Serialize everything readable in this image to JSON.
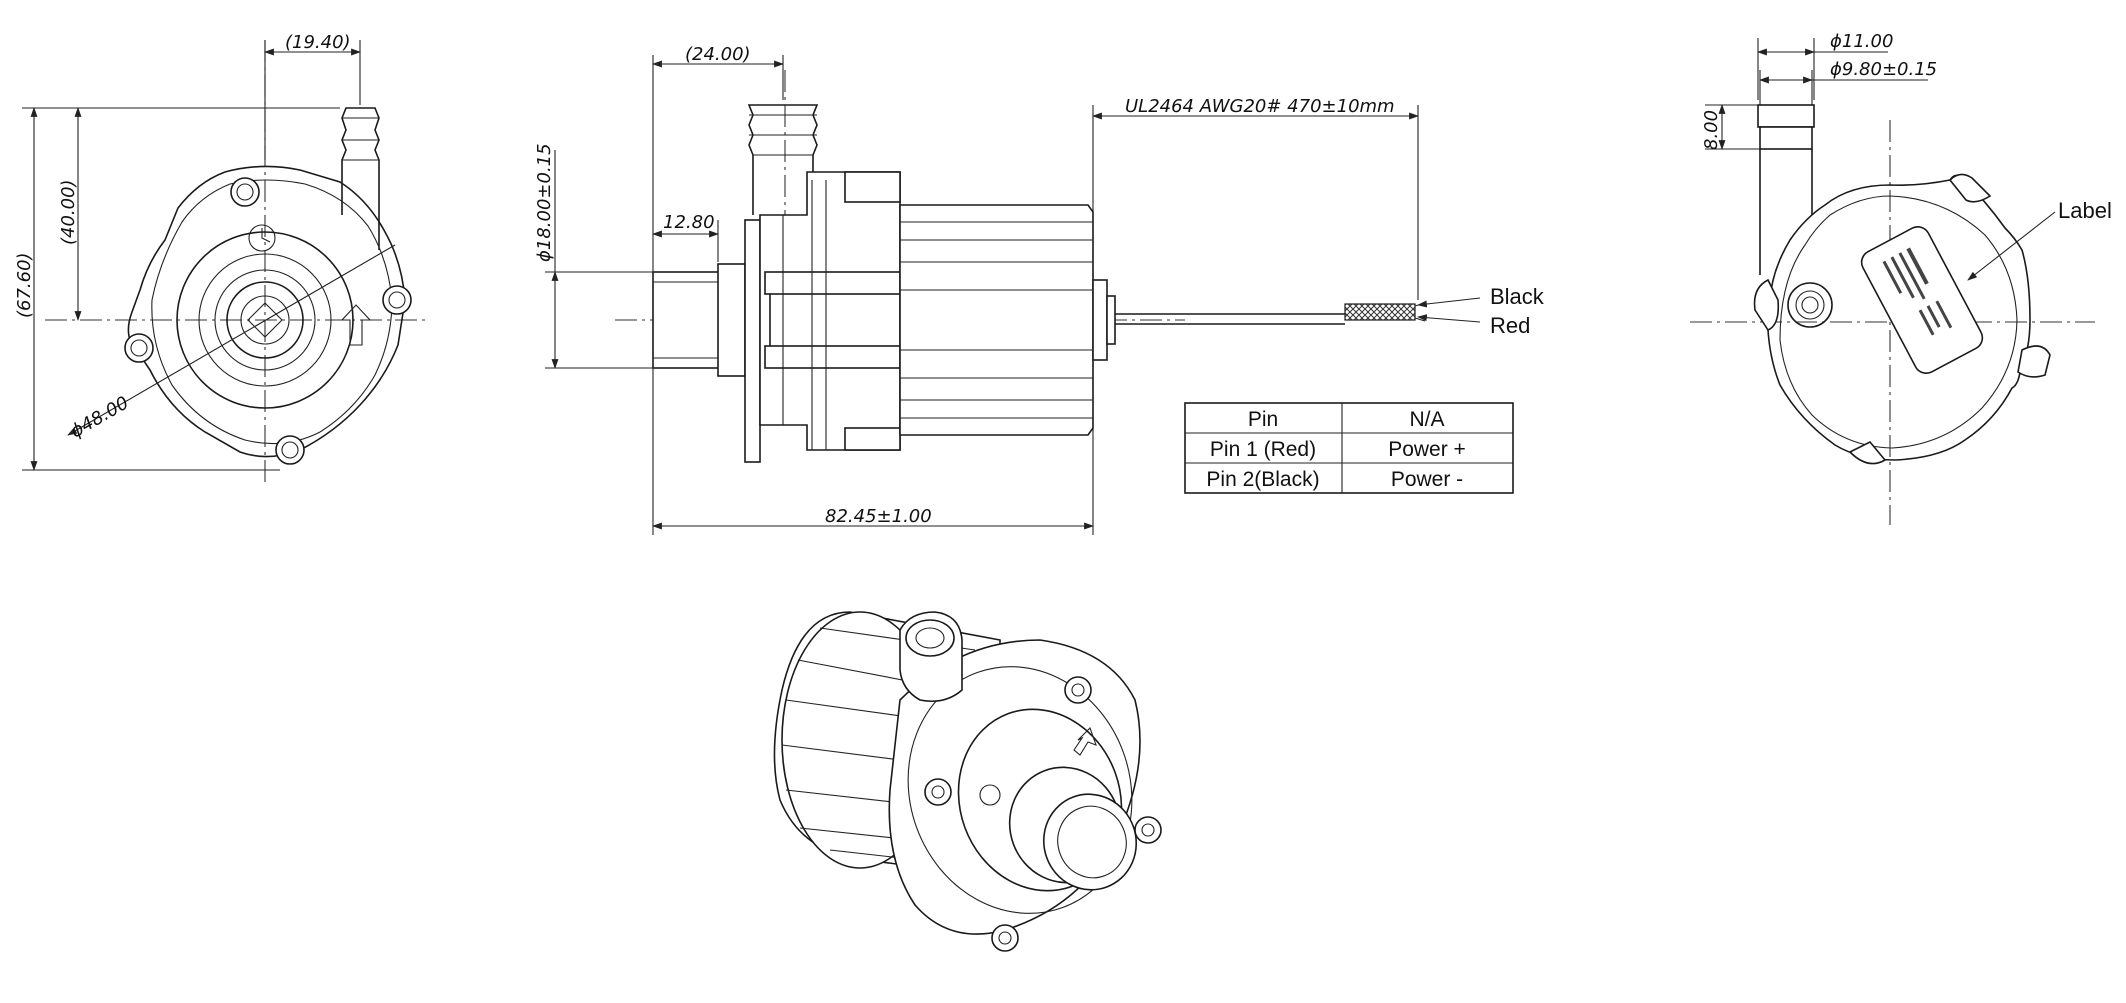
{
  "dimensions": {
    "front_offset": "(19.40)",
    "front_height_total": "(67.60)",
    "front_height_outlet": "(40.00)",
    "front_diameter": "ϕ48.00",
    "side_offset": "(24.00)",
    "side_inlet_diameter": "ϕ18.00±0.15",
    "side_inlet_length": "12.80",
    "side_length": "82.45±1.00",
    "cable_spec": "UL2464  AWG20#  470±10mm",
    "outlet_outer_diameter": "ϕ11.00",
    "outlet_inner_diameter": "ϕ9.80±0.15",
    "outlet_length": "8.00"
  },
  "callouts": {
    "wire_black": "Black",
    "wire_red": "Red",
    "label": "Label"
  },
  "pin_table": {
    "header": [
      "Pin",
      "N/A"
    ],
    "rows": [
      [
        "Pin 1 (Red)",
        "Power +"
      ],
      [
        "Pin 2(Black)",
        "Power -"
      ]
    ]
  }
}
